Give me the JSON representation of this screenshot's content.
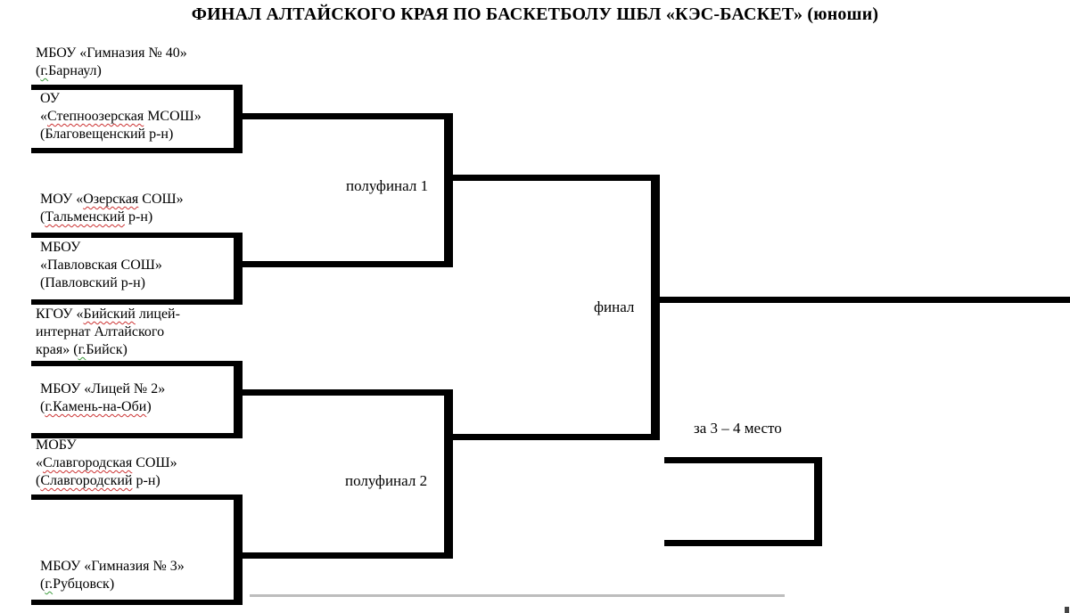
{
  "title": "ФИНАЛ АЛТАЙСКОГО КРАЯ ПО БАСКЕТБОЛУ ШБЛ «КЭС-БАСКЕТ» (юноши)",
  "rounds": {
    "semifinal1_label": "полуфинал 1",
    "semifinal2_label": "полуфинал 2",
    "final_label": "финал",
    "third_place_label": "за 3 – 4 место"
  },
  "colors": {
    "bracket_line": "#000000",
    "spellcheck_red": "#cc3333",
    "grammar_green": "#3a9a3a"
  },
  "teams": [
    {
      "name": "МБОУ «Гимназия № 40» (г.Барнаул)",
      "lines": [
        [
          {
            "t": "МБОУ «Гимназия № 40»"
          }
        ],
        [
          {
            "t": "("
          },
          {
            "t": "г.",
            "w": "green"
          },
          {
            "t": "Барнаул)"
          }
        ]
      ]
    },
    {
      "name": "ОУ «Степноозерская МСОШ» (Благовещенский р-н)",
      "lines": [
        [
          {
            "t": "ОУ"
          }
        ],
        [
          {
            "t": "«"
          },
          {
            "t": "Степноозерская",
            "w": "red"
          },
          {
            "t": " МСОШ»"
          }
        ],
        [
          {
            "t": "(Благовещенский р-н)"
          }
        ]
      ]
    },
    {
      "name": "МОУ «Озерская СОШ» (Тальменский р-н)",
      "lines": [
        [
          {
            "t": "МОУ «"
          },
          {
            "t": "Озерская",
            "w": "red"
          },
          {
            "t": " СОШ»"
          }
        ],
        [
          {
            "t": "("
          },
          {
            "t": "Тальменский",
            "w": "red"
          },
          {
            "t": " р-н)"
          }
        ]
      ]
    },
    {
      "name": "МБОУ «Павловская СОШ» (Павловский р-н)",
      "lines": [
        [
          {
            "t": "МБОУ"
          }
        ],
        [
          {
            "t": "«Павловская СОШ»"
          }
        ],
        [
          {
            "t": "(Павловский р-н)"
          }
        ]
      ]
    },
    {
      "name": "КГОУ «Бийский лицей-интернат Алтайского края» (г.Бийск)",
      "lines": [
        [
          {
            "t": "КГОУ «"
          },
          {
            "t": "Бийский",
            "w": "red"
          },
          {
            "t": " лицей-"
          }
        ],
        [
          {
            "t": "интернат Алтайского"
          }
        ],
        [
          {
            "t": "края» ("
          },
          {
            "t": "г.",
            "w": "green"
          },
          {
            "t": "Бийск)"
          }
        ]
      ]
    },
    {
      "name": "МБОУ «Лицей № 2» (г.Камень-на-Оби)",
      "lines": [
        [
          {
            "t": "МБОУ «Лицей № 2»"
          }
        ],
        [
          {
            "t": "("
          },
          {
            "t": "г.Камень-на-Оби",
            "w": "red"
          },
          {
            "t": ")"
          }
        ]
      ]
    },
    {
      "name": "МОБУ «Славгородская СОШ» (Славгородский р-н)",
      "lines": [
        [
          {
            "t": "МОБУ"
          }
        ],
        [
          {
            "t": "«"
          },
          {
            "t": "Славгородская",
            "w": "red"
          },
          {
            "t": " СОШ»"
          }
        ],
        [
          {
            "t": "("
          },
          {
            "t": "Славгородский",
            "w": "red"
          },
          {
            "t": " р-н)"
          }
        ]
      ]
    },
    {
      "name": "МБОУ «Гимназия № 3» (г.Рубцовск)",
      "lines": [
        [
          {
            "t": "МБОУ «Гимназия № 3»"
          }
        ],
        [
          {
            "t": "("
          },
          {
            "t": "г.",
            "w": "green"
          },
          {
            "t": "Рубцовск)"
          }
        ]
      ]
    }
  ]
}
